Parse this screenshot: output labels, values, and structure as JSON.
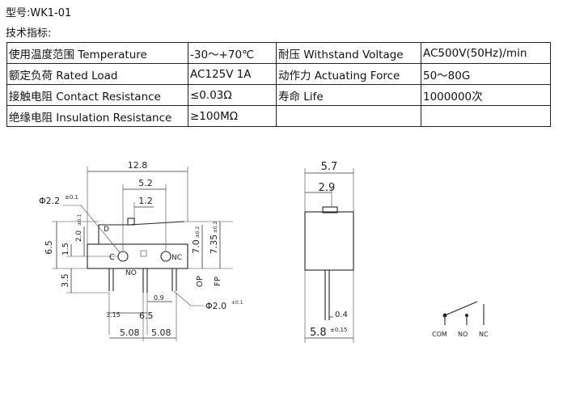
{
  "model_label": "型号:WK1-01",
  "spec_title": "技术指标:",
  "spec_rows": [
    [
      "使用温度范围 Temperature",
      "-30～+70℃",
      "耐压 Withstand Voltage",
      "AC500V(50Hz)/min"
    ],
    [
      "额定负荷 Rated Load",
      "AC125V 1A",
      "动作力 Actuating Force",
      "50～80G"
    ],
    [
      "接触电阻 Contact Resistance",
      "≤0.03Ω",
      "寿命 Life",
      "1000000次"
    ],
    [
      "绝缘电阻 Insulation Resistance",
      "≥100MΩ",
      "",
      ""
    ]
  ],
  "front_view": {
    "dim_width": "12.8",
    "dim_52": "5.2",
    "dim_12": "1.2",
    "hole_dia": "Φ2.2",
    "hole_tol": "±0.1",
    "dim_65": "6.5",
    "dim_15": "1.5",
    "dim_20": "2.0",
    "dim_20_tol": "±0.1",
    "dim_35": "3.5",
    "dim_70": "7.0",
    "dim_70_tol": "±0.2",
    "dim_735": "7.35",
    "dim_735_tol": "±0.2",
    "label_op": "OP",
    "label_fp": "FP",
    "label_c": "C",
    "label_nc": "NC",
    "label_no": "NO",
    "label_d": "D",
    "dim_09": "0.9",
    "pin_dia": "Φ2.0",
    "pin_tol": "±0.1",
    "dim_315": "3.15",
    "dim_65b": "6.5",
    "dim_508a": "5.08",
    "dim_508b": "5.08"
  },
  "side_view": {
    "dim_57": "5.7",
    "dim_29": "2.9",
    "dim_04": "0.4",
    "dim_58": "5.8",
    "dim_58_tol": "±0.15"
  },
  "schematic": {
    "com": "COM",
    "no": "NO",
    "nc": "NC"
  }
}
